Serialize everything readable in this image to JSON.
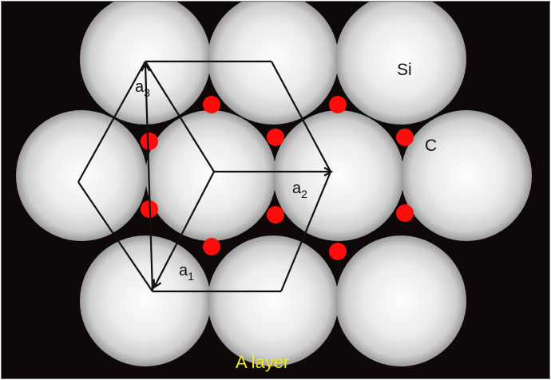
{
  "diagram": {
    "caption": "A layer",
    "labels": {
      "si": "Si",
      "c": "C",
      "a1": {
        "base": "a",
        "sub": "1"
      },
      "a2": {
        "base": "a",
        "sub": "2"
      },
      "a3": {
        "base": "a",
        "sub": "3"
      }
    },
    "colors": {
      "background": "#0e0808",
      "si_atom": "#e6e6e6",
      "c_atom": "#ff0d0d",
      "caption": "#f2ea1c",
      "vectors": "#111111"
    }
  }
}
